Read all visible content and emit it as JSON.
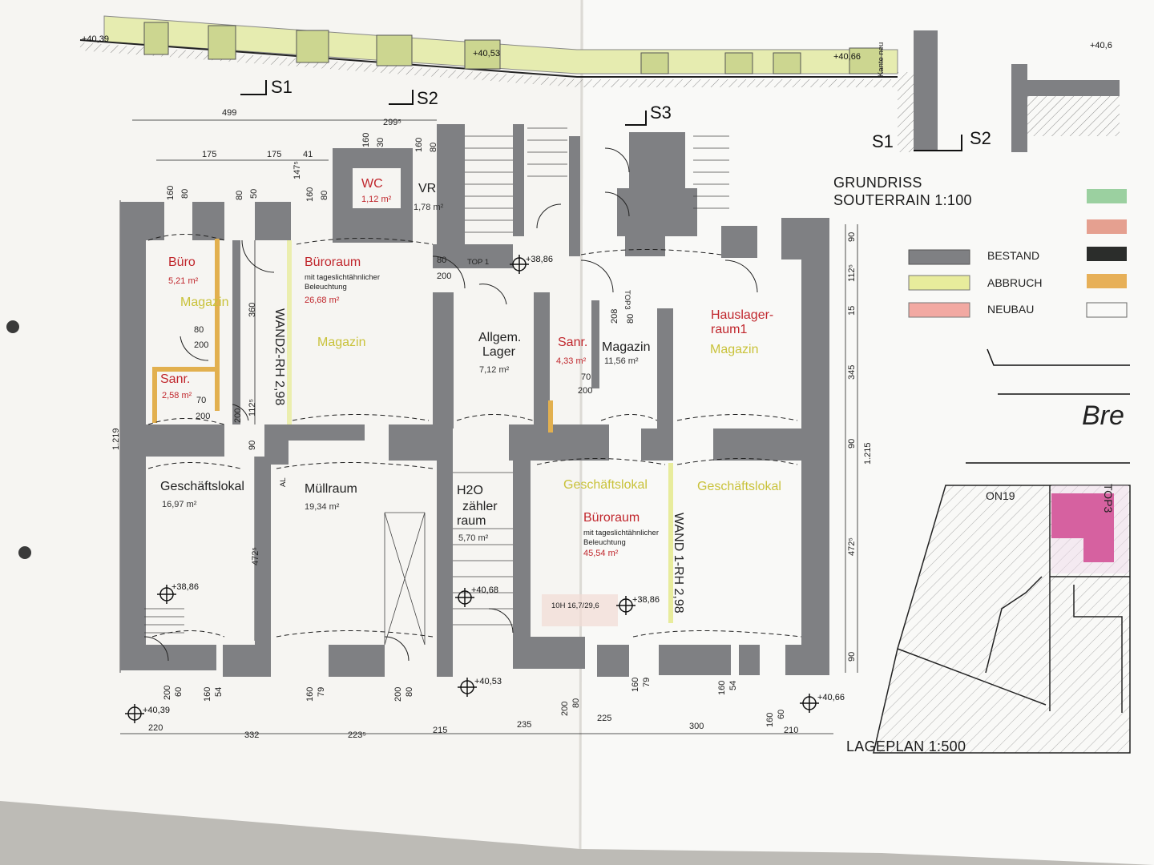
{
  "title": {
    "line1": "GRUNDRISS",
    "line2": "SOUTERRAIN 1:100"
  },
  "legend": [
    {
      "label": "BESTAND",
      "color": "#7f8083"
    },
    {
      "label": "ABBRUCH",
      "color": "#e8ec9c"
    },
    {
      "label": "NEUBAU",
      "color": "#f2a9a2"
    }
  ],
  "sections": {
    "s1": "S1",
    "s2": "S2",
    "s3": "S3",
    "s1_right": "S1",
    "s2_right": "S2"
  },
  "rooms": {
    "buero_small": {
      "name": "Büro",
      "area": "5,21 m²",
      "old": "Magazin"
    },
    "sanr_left": {
      "name": "Sanr.",
      "area": "2,58 m²"
    },
    "bueroraum_top": {
      "name": "Büroraum",
      "note1": "mit tageslichtähnlicher",
      "note2": "Beleuchtung",
      "area": "26,68 m²",
      "old": "Magazin"
    },
    "wc": {
      "name": "WC",
      "area": "1,12 m²"
    },
    "vr": {
      "name": "VR",
      "area": "1,78 m²"
    },
    "allgem_lager": {
      "name1": "Allgem.",
      "name2": "Lager",
      "area": "7,12 m²"
    },
    "sanr_mid": {
      "name": "Sanr.",
      "area": "4,33 m²"
    },
    "magazin": {
      "name": "Magazin",
      "area": "11,56 m²"
    },
    "hauslager": {
      "name1": "Hauslager-",
      "name2": "raum1",
      "old": "Magazin"
    },
    "geschaeftslokal_left": {
      "name": "Geschäftslokal",
      "area": "16,97 m²"
    },
    "muellraum": {
      "name": "Müllraum",
      "area": "19,34 m²"
    },
    "h2o": {
      "name1": "H2O",
      "name2": "zähler",
      "name3": "raum",
      "area": "5,70 m²"
    },
    "bueroraum_bottom": {
      "name": "Büroraum",
      "note1": "mit tageslichtähnlicher",
      "note2": "Beleuchtung",
      "area": "45,54 m²",
      "old": "Geschäftslokal"
    },
    "geschaeftslokal_right": {
      "old": "Geschäftslokal"
    }
  },
  "walls": {
    "wand2": "WAND2-RH 2,98",
    "wand1": "WAND 1-RH 2,98"
  },
  "labels": {
    "top1": "TOP 1",
    "top3": "TOP3",
    "al": "AL",
    "kante": "Kante neu",
    "hohe": "10H 16,7/29,6",
    "bre": "Bre",
    "on19": "ON19",
    "lageplan": "LAGEPLAN 1:500"
  },
  "elevations": [
    "+40,39",
    "+40,53",
    "+40,66",
    "+38,86",
    "+40,68",
    "+38,86",
    "+38,86",
    "+40,53",
    "+40,39",
    "+40,66",
    "+40,6"
  ],
  "dimensions_top": [
    "499",
    "299⁵",
    "175",
    "175",
    "41",
    "147⁵",
    "160",
    "30",
    "160",
    "80",
    "80",
    "160",
    "50",
    "80",
    "160",
    "80"
  ],
  "dimensions_bottom": [
    "220",
    "332",
    "223⁵",
    "215",
    "235",
    "225",
    "300",
    "210"
  ],
  "dimensions_below_openings": [
    "200",
    "60",
    "160",
    "54",
    "160",
    "79",
    "200",
    "80",
    "200",
    "80",
    "160",
    "79",
    "160",
    "54",
    "160",
    "60"
  ],
  "dimensions_right": [
    "90",
    "112⁵",
    "15",
    "345",
    "90",
    "1.215",
    "472⁵",
    "90"
  ],
  "dimensions_left": [
    "1.219",
    "360",
    "472⁵"
  ],
  "door_dims": [
    "80",
    "200",
    "80",
    "200",
    "70",
    "200",
    "200",
    "112⁵",
    "90",
    "70",
    "200",
    "208",
    "80"
  ]
}
